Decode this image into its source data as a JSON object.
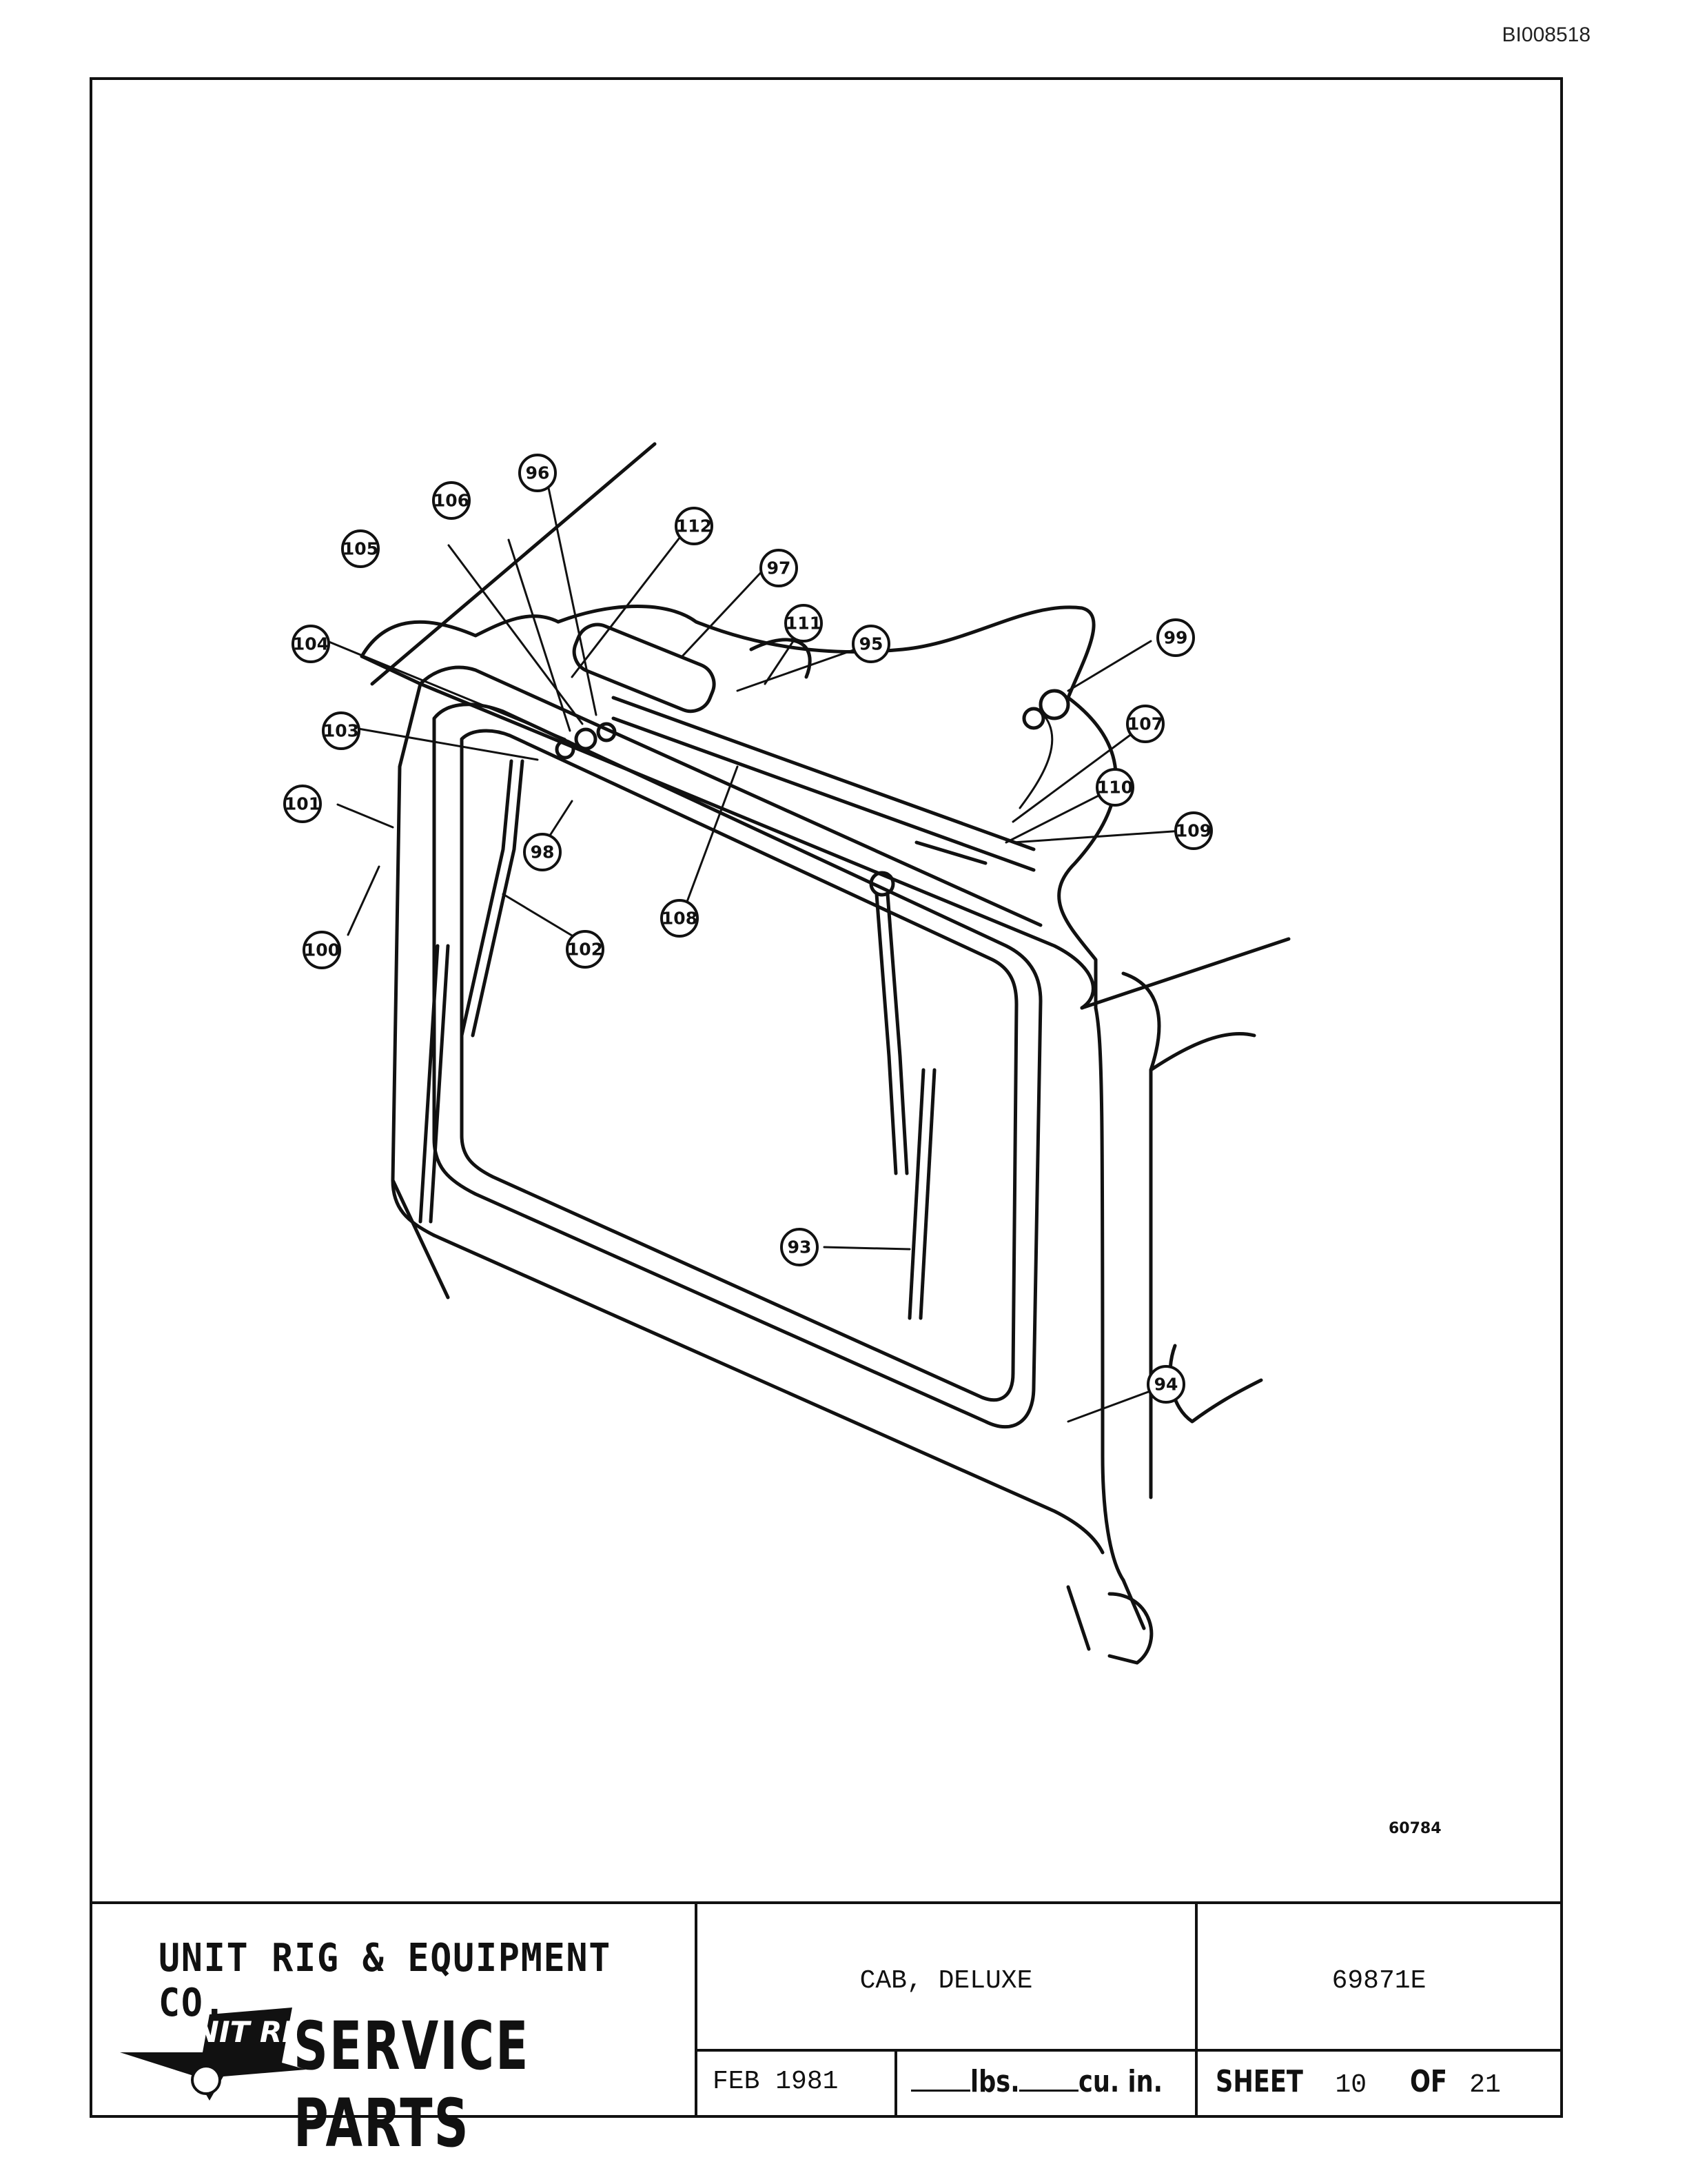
{
  "document_id": "BI008518",
  "drawing_number": "60784",
  "callouts": [
    "93",
    "94",
    "95",
    "96",
    "97",
    "98",
    "99",
    "100",
    "101",
    "102",
    "103",
    "104",
    "105",
    "106",
    "107",
    "108",
    "109",
    "110",
    "111",
    "112"
  ],
  "title_block": {
    "company": "UNIT RIG & EQUIPMENT CO.",
    "logo_text": "UNIT RIG",
    "service_parts": "SERVICE PARTS",
    "title": "CAB, DELUXE",
    "part_number": "69871E",
    "date": "FEB 1981",
    "weight_unit": "lbs.",
    "volume_unit": "cu. in.",
    "sheet_label": "SHEET",
    "sheet_number": "10",
    "of_label": "OF",
    "sheet_total": "21"
  }
}
